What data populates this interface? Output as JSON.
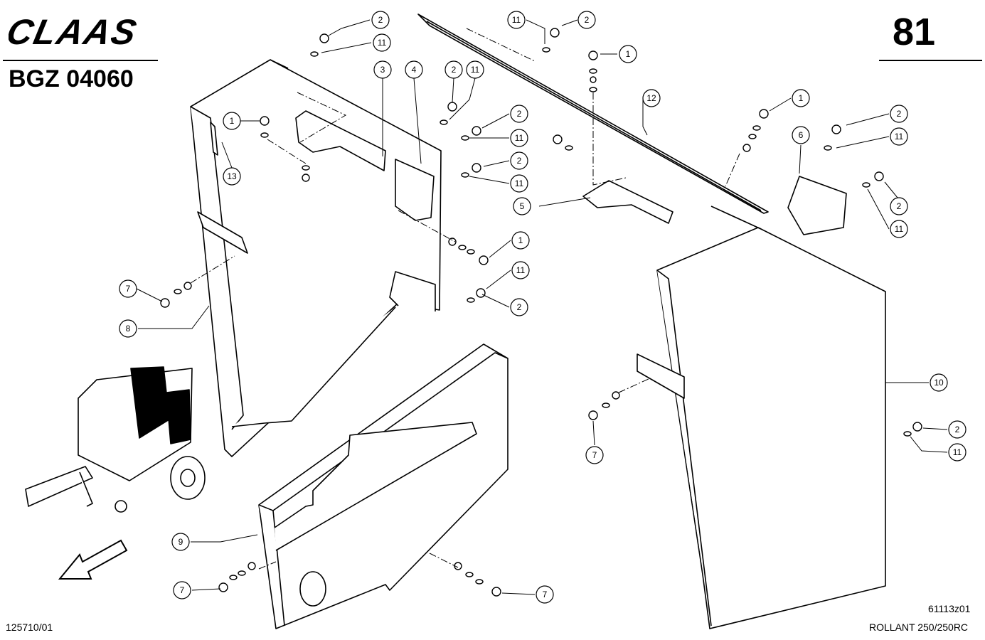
{
  "header": {
    "brand": "CLAAS",
    "page_number": "81",
    "document_code": "BGZ 04060"
  },
  "footer": {
    "sheet_number": "125710/01",
    "drawing_ref": "61113z01",
    "model": "ROLLANT 250/250RC"
  },
  "callouts": [
    {
      "id": "c2a",
      "label": "2"
    },
    {
      "id": "c11a",
      "label": "11"
    },
    {
      "id": "c3",
      "label": "3"
    },
    {
      "id": "c4",
      "label": "4"
    },
    {
      "id": "c2b",
      "label": "2"
    },
    {
      "id": "c11b",
      "label": "11"
    },
    {
      "id": "c2c",
      "label": "2"
    },
    {
      "id": "c11c",
      "label": "11"
    },
    {
      "id": "c2d",
      "label": "2"
    },
    {
      "id": "c11d",
      "label": "11"
    },
    {
      "id": "c1a",
      "label": "1"
    },
    {
      "id": "c13",
      "label": "13"
    },
    {
      "id": "c11e",
      "label": "11"
    },
    {
      "id": "c2e",
      "label": "2"
    },
    {
      "id": "c1b",
      "label": "1"
    },
    {
      "id": "c12",
      "label": "12"
    },
    {
      "id": "c5",
      "label": "5"
    },
    {
      "id": "c1c",
      "label": "1"
    },
    {
      "id": "c6",
      "label": "6"
    },
    {
      "id": "c2f",
      "label": "2"
    },
    {
      "id": "c11f",
      "label": "11"
    },
    {
      "id": "c2g",
      "label": "2"
    },
    {
      "id": "c11g",
      "label": "11"
    },
    {
      "id": "c1d",
      "label": "1"
    },
    {
      "id": "c11h",
      "label": "11"
    },
    {
      "id": "c2h",
      "label": "2"
    },
    {
      "id": "c7a",
      "label": "7"
    },
    {
      "id": "c8",
      "label": "8"
    },
    {
      "id": "c10",
      "label": "10"
    },
    {
      "id": "c2i",
      "label": "2"
    },
    {
      "id": "c11i",
      "label": "11"
    },
    {
      "id": "c7b",
      "label": "7"
    },
    {
      "id": "c9",
      "label": "9"
    },
    {
      "id": "c7c",
      "label": "7"
    },
    {
      "id": "c7d",
      "label": "7"
    }
  ]
}
